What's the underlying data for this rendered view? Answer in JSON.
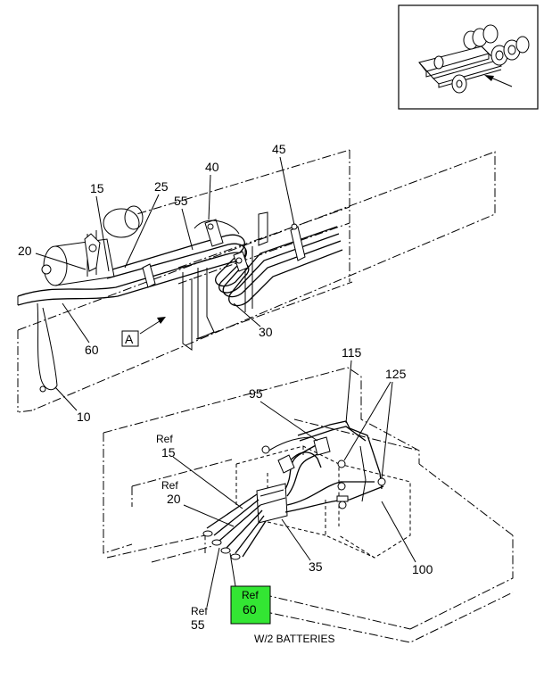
{
  "callouts": {
    "c15": "15",
    "c25": "25",
    "c40": "40",
    "c45": "45",
    "c55": "55",
    "c20": "20",
    "c60": "60",
    "c30": "30",
    "c10": "10",
    "view_a": "A",
    "c115": "115",
    "c125": "125",
    "c95": "95",
    "ref15_word": "Ref",
    "ref15_num": "15",
    "ref20_word": "Ref",
    "ref20_num": "20",
    "c35": "35",
    "c100": "100",
    "ref55_word": "Ref",
    "ref55_num": "55",
    "ref60_word": "Ref",
    "ref60_num": "60"
  },
  "caption": "W/2 BATTERIES",
  "colors": {
    "highlight": "#33e633",
    "line": "#000000"
  }
}
